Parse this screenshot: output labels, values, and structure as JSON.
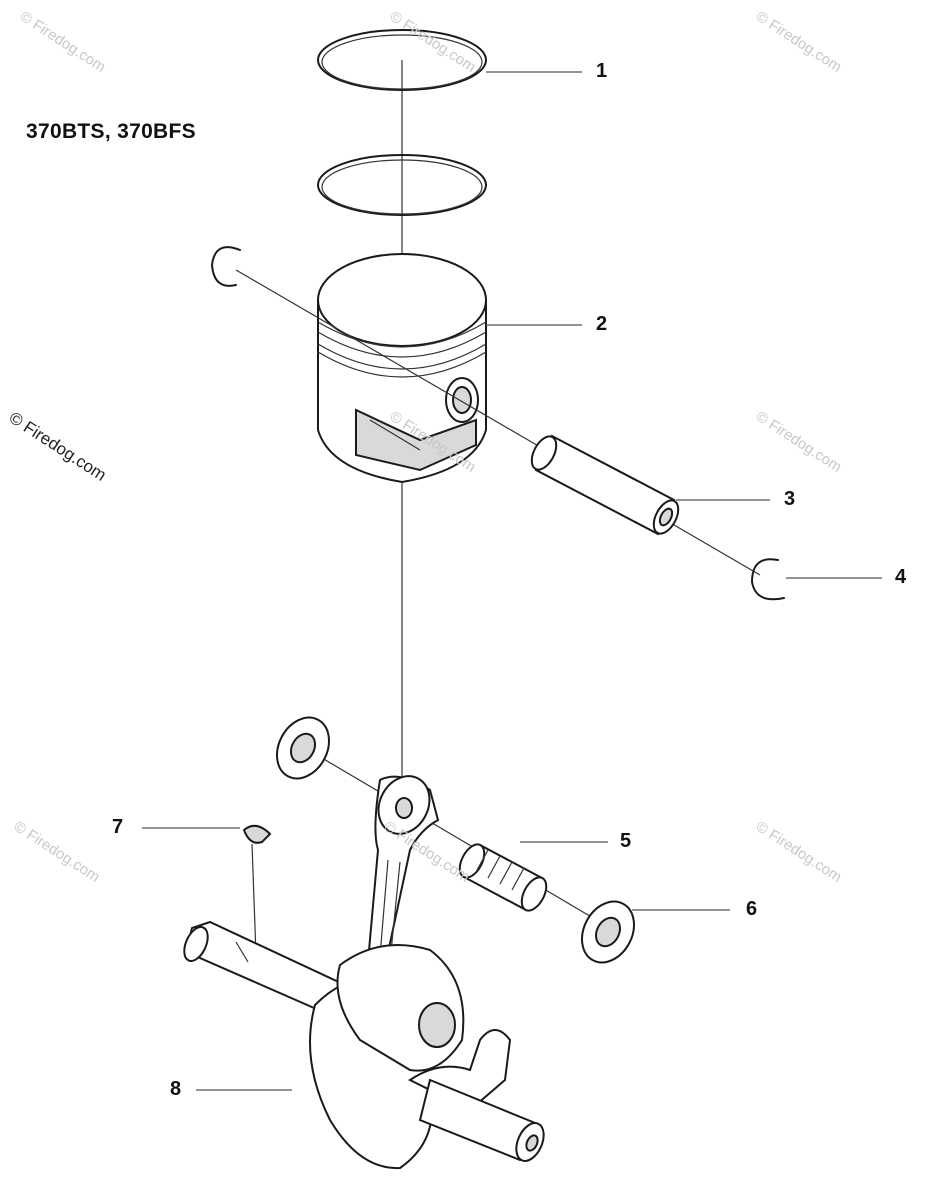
{
  "diagram": {
    "model_label": "370BTS, 370BFS",
    "callouts": [
      "1",
      "2",
      "3",
      "4",
      "5",
      "6",
      "7",
      "8"
    ],
    "watermark": "© Firedog.com",
    "colors": {
      "line": "#1a1a1a",
      "watermark": "#c8c8c8",
      "background": "#ffffff"
    }
  }
}
